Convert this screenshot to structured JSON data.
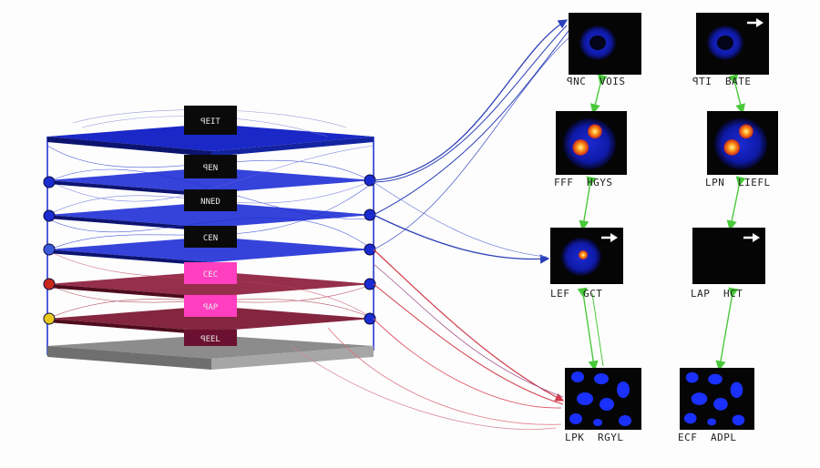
{
  "stack": {
    "blocks": [
      {
        "label": "ꟼEIT",
        "color": "#0a0a0a"
      },
      {
        "label": "ꟼEN",
        "color": "#0a0a0a"
      },
      {
        "label": "NNED",
        "color": "#0a0a0a"
      },
      {
        "label": "CEN",
        "color": "#0a0a0a"
      },
      {
        "label": "CEC",
        "color": "#ff3fbf"
      },
      {
        "label": "ꟼAP",
        "color": "#ff3fbf"
      },
      {
        "label": "ꟼEEL",
        "color": "#6b1030"
      }
    ]
  },
  "panels": [
    {
      "id": "p1",
      "caption_left": "ꟼNC",
      "caption_right": "VOIS",
      "content": "cell-dark",
      "arrow": false
    },
    {
      "id": "p2",
      "caption_left": "ꟼTI",
      "caption_right": "BATE",
      "content": "cell-dark",
      "arrow": true
    },
    {
      "id": "p3",
      "caption_left": "FFF",
      "caption_right": "HGYS",
      "content": "cell-hot2",
      "arrow": false
    },
    {
      "id": "p4",
      "caption_left": "LPN",
      "caption_right": "LIEFL",
      "content": "cell-hot2",
      "arrow": false
    },
    {
      "id": "p5",
      "caption_left": "LEF",
      "caption_right": "GCT",
      "content": "cell-hot1",
      "arrow": true
    },
    {
      "id": "p6",
      "caption_left": "LAP",
      "caption_right": "HCT",
      "content": "empty",
      "arrow": true
    },
    {
      "id": "p7",
      "caption_left": "LPK",
      "caption_right": "RGYL",
      "content": "nuclei",
      "arrow": false
    },
    {
      "id": "p8",
      "caption_left": "ECF",
      "caption_right": "ADPL",
      "content": "nuclei",
      "arrow": false
    }
  ],
  "colors": {
    "layer_blue": "#1f2fd6",
    "layer_red": "#7a1430",
    "base_gray": "#9a9a9a",
    "link_blue": "#2b3fb8",
    "link_red": "#d33a4a",
    "link_green": "#49c93a"
  }
}
